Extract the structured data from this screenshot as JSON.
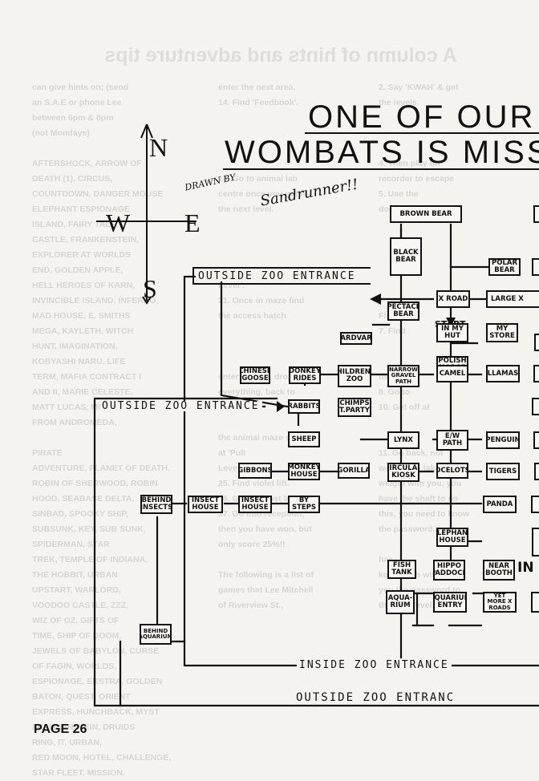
{
  "bleed_through": {
    "title": "A column of hints and adventure tips",
    "col1": "can give hints on; (send\nan S.A.E or phone Lee\nbetween 6pm & 8pm\n(not Mondays)\n\nAFTERSHOCK, ARROW OF\nDEATH (1), CIRCUS,\nCOUNTDOWN, DANGER MOUSE\nELEPHANT ESPIONAGE\nISLAND, FAIRY TALE,\nCASTLE, FRANKENSTEIN,\nEXPLORER AT WORLDS\nEND, GOLDEN APPLE,\nHELL HEROES OF KARN,\nINVINCIBLE ISLAND, INFERNO,\nMAD HOUSE, E. SMITHS\nMEGA, KAYLETH, WITCH\nHUNT, IMAGINATION,\nKOBYASHI NARU, LIFE\nTERM, MAFIA CONTRACT I\nAND II, MARIE CELESTE,\nMATT LUCAS, MESSAGE\nFROM ANDROMEDA,\n\nPIRATE\nADVENTURE, PLANET OF DEATH,\nROBIN OF SHERWOOD, ROBIN\nHOOD, SEABASE DELTA,\nSINBAD, SPOOKY SHIP,\nSUBSUNK, KEY, SUB SUNK,\nSPIDERMAN, STAR\nTREK, TEMPLE OF INDIANA,\nTHE HOBBIT, URBAN\nUPSTART, WARLORD,\nVOODOO CASTLE, ZZZ,\nWIZ OF OZ, GIFTS OF\nTIME, SHIP OF DOOM,\nJEWELS OF BABYLON, CURSE\nOF FAGIN, WORLDS,\nESPIONAGE, EKSTRA, GOLDEN\nBATON, QUEST, ORIENT\nEXPRESS, HUNCHBACK, MYST\nFRANKENSTEIN, DRUIDS\nRING, IT, URBAN,\nRED MOON, HOTEL, CHALLENGE,\nSTAR FLEET, MISSION.",
    "col2": "enter the next area.\n14. Find 'Feedbook'.\n\n\n\n\n18. Go to animal lab\ncentre once you get to\nthe next level.\n\n\n\n\nLever'.\n21. Once in maze find\nthe access hatch\n\n\n\nenter dragon, drop\neverything, back to\nmaze.\n\nthe animal maze start\nat 'Pull\nLever'.\n25. Find violet lift.\n26. Go up. (Last level)\n27. Go into reception,\nthen you have won, but\nonly score 25%!!\n\nThe following is a list of\ngames that Lee Mitchell\nof Riverview St.,",
    "col3": "2. Say 'KWAH' & get\nthe levels.\n\n\n\n4. Then play on\nrecorder to escape\n5. Use the\ndoor\n\n\n\n\n\n\nFlik.\n7. Find\n\n\nthe guard.\n8. Go to\n10. Get off at\n\n\n11. Go back, not\nwanting to take the\nweight with you, you\nhave the shaft to do\nthis, you need to know\nthe password\n\nhas\nkey, which will give\nyou the password to\nthe next level."
  },
  "title": {
    "line1": "ONE OF OUR",
    "line2": "WOMBATS IS MISS"
  },
  "compass": {
    "north": "N",
    "south": "S",
    "east": "E",
    "west": "W"
  },
  "signature": {
    "prefix": "DRAWN BY",
    "name": "Sandrunner!!"
  },
  "locations": {
    "brown_bear": "BROWN BEAR",
    "polar_bear": "POLAR BEAR",
    "black_bear": "BLACK BEAR",
    "x_road": "X ROAD",
    "large_x": "LARGE X",
    "spectacle_bear": "SPECTACLE BEAR",
    "in_my_hut": "IN MY HUT",
    "my_store": "MY STORE",
    "aardvark": "AARDVARK",
    "polish_horse": "POLISH HORSE",
    "chinese_goose": "CHINESE GOOSE",
    "donkey_rides": "DONKEY RIDES",
    "childrens_zoo": "CHILDREN'S ZOO",
    "narrow_gravel_path": "NARROW GRAVEL PATH",
    "camel": "CAMEL",
    "llamas": "LLAMAS",
    "rabbits": "RABBITS",
    "chimps_t_party": "CHIMPS T.PARTY",
    "sheep": "SHEEP",
    "lynx": "LYNX",
    "e_w_path": "E/W PATH",
    "penguin": "PENGUIN",
    "gibbons": "GIBBONS",
    "monkey_house": "MONKEY HOUSE",
    "gorilla": "GORILLA",
    "circular_kiosk": "CIRCULAR KIOSK",
    "ocelots": "OCELOTS",
    "tigers": "TIGERS",
    "behind_insects": "BEHIND INSECTS",
    "insect_house_1": "INSECT HOUSE",
    "insect_house_2": "INSECT HOUSE",
    "by_steps": "BY STEPS",
    "panda": "PANDA",
    "elephant_house": "ELEPHANT HOUSE",
    "fish_tank": "FISH TANK",
    "hippo_paddock": "HIPPO PADDOCK",
    "near_booth": "NEAR BOOTH",
    "aquarium": "AQUA-RIUM",
    "aquarium_entry": "AQUARIUM ENTRY",
    "yet_more_x_roads": "YET MORE X ROADS",
    "behind_aquarium": "BEHIND AQUARIUM"
  },
  "entrances": {
    "outside_top": "OUTSIDE ZOO ENTRANCE",
    "outside_mid": "OUTSIDE ZOO ENTRANCE",
    "inside": "INSIDE ZOO ENTRANCE",
    "outside_bottom": "OUTSIDE ZOO ENTRANC"
  },
  "markers": {
    "start": "START",
    "in_fragment": "IN"
  },
  "page": "PAGE 26"
}
